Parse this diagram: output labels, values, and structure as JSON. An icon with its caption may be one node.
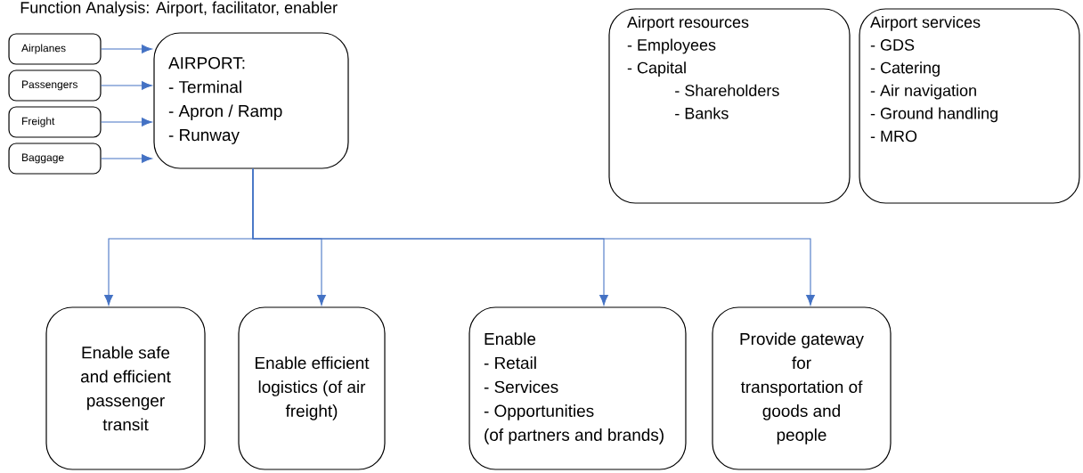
{
  "diagram": {
    "title": "Function Analysis: Airport, facilitator, enabler",
    "nodes": [
      {
        "text": [
          "Airplanes"
        ]
      },
      {
        "text": [
          "Passengers"
        ]
      },
      {
        "text": [
          "Freight"
        ]
      },
      {
        "text": [
          "Baggage"
        ]
      },
      {
        "text": [
          "AIRPORT:",
          "- Terminal",
          "- Apron / Ramp",
          "- Runway"
        ]
      },
      {
        "text": [
          "Airport resources",
          "- Employees",
          "- Capital",
          "- Shareholders",
          "- Banks"
        ]
      },
      {
        "text": [
          "Airport services",
          "- GDS",
          "- Catering",
          "- Air navigation",
          "- Ground handling",
          "- MRO"
        ]
      },
      {
        "text": [
          "Enable safe and efficient passenger transit"
        ]
      },
      {
        "text": [
          "Enable efficient logistics (of air freight)"
        ]
      },
      {
        "text": [
          "Enable",
          "- Retail",
          "- Services",
          "- Opportunities",
          "(of partners and brands)"
        ]
      },
      {
        "text": [
          "Provide gateway for transportation of goods and people"
        ]
      }
    ],
    "edges": [
      {
        "from": 0,
        "to": 4,
        "arrow": "to"
      },
      {
        "from": 1,
        "to": 4,
        "arrow": "to"
      },
      {
        "from": 2,
        "to": 4,
        "arrow": "to"
      },
      {
        "from": 3,
        "to": 4,
        "arrow": "to"
      },
      {
        "from": 4,
        "to": 7,
        "arrow": "to"
      },
      {
        "from": 4,
        "to": 8,
        "arrow": "to"
      },
      {
        "from": 4,
        "to": 9,
        "arrow": "to"
      },
      {
        "from": 4,
        "to": 10,
        "arrow": "to"
      }
    ]
  }
}
